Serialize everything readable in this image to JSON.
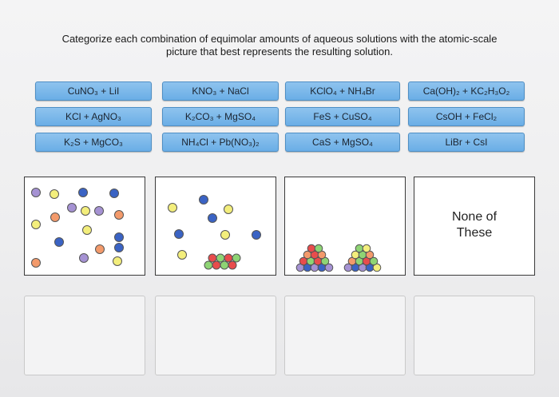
{
  "question": {
    "line1": "Categorize each combination of equimolar amounts of aqueous solutions with the atomic-scale",
    "line2": "picture that best represents the resulting solution."
  },
  "chips": [
    [
      "CuNO₃ + LiI",
      "KNO₃ + NaCl",
      "KClO₄ + NH₄Br",
      "Ca(OH)₂ + KC₂H₃O₂"
    ],
    [
      "KCl + AgNO₃",
      "K₂CO₃ + MgSO₄",
      "FeS + CuSO₄",
      "CsOH + FeCl₂"
    ],
    [
      "K₂S + MgCO₃",
      "NH₄Cl + Pb(NO₃)₂",
      "CaS + MgSO₄",
      "LiBr + CsI"
    ]
  ],
  "none_box": {
    "line1": "None of",
    "line2": "These"
  },
  "colors": {
    "chip": "#7db8ea",
    "purple": "#a592d3",
    "orange": "#f39a6b",
    "yellow": "#f3ee7c",
    "blue": "#3a63c4",
    "green": "#8ed474",
    "red": "#e84c4c"
  }
}
